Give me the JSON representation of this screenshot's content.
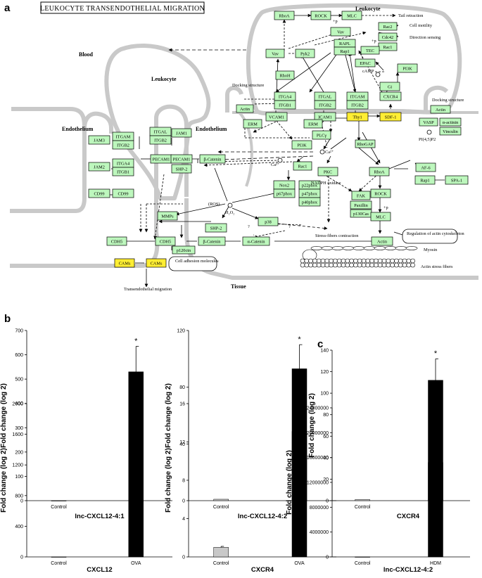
{
  "panels": {
    "a": "a",
    "b": "b",
    "c": "c"
  },
  "pathway_title": "LEUKOCYTE TRANSENDOTHELIAL MIGRATION",
  "regions": {
    "blood": "Blood",
    "leukocyte_left": "Leukocyte",
    "leukocyte_right": "Leukocyte",
    "endothelium_left": "Endothelium",
    "endothelium_mid": "Endothelium",
    "tissue": "Tissue"
  },
  "nodes": [
    {
      "id": "RhoA_t",
      "label": "RhoA",
      "highlight": false
    },
    {
      "id": "ROCK_t",
      "label": "ROCK",
      "highlight": false
    },
    {
      "id": "MLC_t",
      "label": "MLC",
      "highlight": false
    },
    {
      "id": "Vav_t",
      "label": "Vav",
      "highlight": false
    },
    {
      "id": "Rac2",
      "label": "Rac2",
      "highlight": false
    },
    {
      "id": "Cdc42",
      "label": "Cdc42",
      "highlight": false
    },
    {
      "id": "Rac1_t",
      "label": "Rac1",
      "highlight": false
    },
    {
      "id": "Vav_l",
      "label": "Vav",
      "highlight": false
    },
    {
      "id": "Pyk2",
      "label": "Pyk2",
      "highlight": false
    },
    {
      "id": "RAPL",
      "label": "RAPL",
      "highlight": false
    },
    {
      "id": "Rap1_t",
      "label": "Rap1",
      "highlight": false
    },
    {
      "id": "TEC",
      "label": "TEC",
      "highlight": false
    },
    {
      "id": "EPAC",
      "label": "EPAC",
      "highlight": false
    },
    {
      "id": "PI3K_r",
      "label": "PI3K",
      "highlight": false
    },
    {
      "id": "RhoH",
      "label": "RhoH",
      "highlight": false
    },
    {
      "id": "Gi",
      "label": "Gi",
      "highlight": false
    },
    {
      "id": "ITGA4",
      "label": "ITGA4",
      "highlight": false
    },
    {
      "id": "ITGB1",
      "label": "ITGB1",
      "highlight": false
    },
    {
      "id": "ITGAL",
      "label": "ITGAL",
      "highlight": false
    },
    {
      "id": "ITGB2",
      "label": "ITGB2",
      "highlight": false
    },
    {
      "id": "ITGAM",
      "label": "ITGAM",
      "highlight": false
    },
    {
      "id": "ITGB2b",
      "label": "ITGB2",
      "highlight": false
    },
    {
      "id": "CXCR4",
      "label": "CXCR4",
      "highlight": false
    },
    {
      "id": "Actin_d",
      "label": "Actin",
      "highlight": false
    },
    {
      "id": "VCAM1",
      "label": "VCAM1",
      "highlight": false
    },
    {
      "id": "ICAM1",
      "label": "ICAM1",
      "highlight": false
    },
    {
      "id": "Thy1",
      "label": "Thy1",
      "highlight": true
    },
    {
      "id": "SDF1",
      "label": "SDF-1",
      "highlight": true
    },
    {
      "id": "Actin_r",
      "label": "Actin",
      "highlight": false
    },
    {
      "id": "VASP",
      "label": "VASP",
      "highlight": false
    },
    {
      "id": "aActinin",
      "label": "α-actinin",
      "highlight": false
    },
    {
      "id": "Vinculin",
      "label": "Vinculin",
      "highlight": false
    },
    {
      "id": "ERM1",
      "label": "ERM",
      "highlight": false
    },
    {
      "id": "ERM2",
      "label": "ERM",
      "highlight": false
    },
    {
      "id": "PLCg",
      "label": "PLCγ",
      "highlight": false
    },
    {
      "id": "RhoGAP",
      "label": "RhoGAP",
      "highlight": false
    },
    {
      "id": "JAM3",
      "label": "JAM3",
      "highlight": false
    },
    {
      "id": "ITGAM_e",
      "label": "ITGAM",
      "highlight": false
    },
    {
      "id": "ITGB2_e",
      "label": "ITGB2",
      "highlight": false
    },
    {
      "id": "JAM2",
      "label": "JAM2",
      "highlight": false
    },
    {
      "id": "ITGA4_e",
      "label": "ITGA4",
      "highlight": false
    },
    {
      "id": "ITGB1_e",
      "label": "ITGB1",
      "highlight": false
    },
    {
      "id": "CD99a",
      "label": "CD99",
      "highlight": false
    },
    {
      "id": "CD99b",
      "label": "CD99",
      "highlight": false
    },
    {
      "id": "ITGAL_e",
      "label": "ITGAL",
      "highlight": false
    },
    {
      "id": "ITGB2_e2",
      "label": "ITGB2",
      "highlight": false
    },
    {
      "id": "JAM1",
      "label": "JAM1",
      "highlight": false
    },
    {
      "id": "PI3K_m",
      "label": "PI3K",
      "highlight": false
    },
    {
      "id": "Rac1_m",
      "label": "Rac1",
      "highlight": false
    },
    {
      "id": "PECAM1a",
      "label": "PECAM1",
      "highlight": false
    },
    {
      "id": "PECAM1b",
      "label": "PECAM1",
      "highlight": false
    },
    {
      "id": "bCatenin1",
      "label": "β-Catenin",
      "highlight": false
    },
    {
      "id": "SHP2a",
      "label": "SHP-2",
      "highlight": false
    },
    {
      "id": "Nox2",
      "label": "Nox2",
      "highlight": false
    },
    {
      "id": "p22phox",
      "label": "p22phox",
      "highlight": false
    },
    {
      "id": "p67phox",
      "label": "p67phox",
      "highlight": false
    },
    {
      "id": "p47phox",
      "label": "p47phox",
      "highlight": false
    },
    {
      "id": "p40phox",
      "label": "p40phox",
      "highlight": false
    },
    {
      "id": "PKC",
      "label": "PKC",
      "highlight": false
    },
    {
      "id": "RhoA_m",
      "label": "RhoA",
      "highlight": false
    },
    {
      "id": "AF6",
      "label": "AF-6",
      "highlight": false
    },
    {
      "id": "Rap1_m",
      "label": "Rap1",
      "highlight": false
    },
    {
      "id": "SPA1",
      "label": "SPA-1",
      "highlight": false
    },
    {
      "id": "FAK",
      "label": "FAK",
      "highlight": false
    },
    {
      "id": "ROCK_m",
      "label": "ROCK",
      "highlight": false
    },
    {
      "id": "Paxillin",
      "label": "Paxillin",
      "highlight": false
    },
    {
      "id": "p130Cas",
      "label": "p130Cas",
      "highlight": false
    },
    {
      "id": "MLC_m",
      "label": "MLC",
      "highlight": false
    },
    {
      "id": "MMPs",
      "label": "MMPs",
      "highlight": false
    },
    {
      "id": "p38",
      "label": "p38",
      "highlight": false
    },
    {
      "id": "SHP2b",
      "label": "SHP-2",
      "highlight": false
    },
    {
      "id": "CDH5a",
      "label": "CDH5",
      "highlight": false
    },
    {
      "id": "CDH5b",
      "label": "CDH5",
      "highlight": false
    },
    {
      "id": "p120ctn",
      "label": "p120ctn",
      "highlight": false
    },
    {
      "id": "bCatenin2",
      "label": "β-Catenin",
      "highlight": false
    },
    {
      "id": "aCatenin",
      "label": "α-Catenin",
      "highlight": false
    },
    {
      "id": "Actin_b",
      "label": "Actin",
      "highlight": false
    },
    {
      "id": "CAMs1",
      "label": "CAMs",
      "highlight": true
    },
    {
      "id": "CAMs2",
      "label": "CAMs",
      "highlight": true
    }
  ],
  "annotations": {
    "tail_retraction": "Tail retraction",
    "cell_motility": "Cell motility",
    "direction_sensing": "Direction sensing",
    "camp": "cAMP",
    "plus_p1": "+p",
    "plus_p2": "+p",
    "plus_p3": "+p",
    "docking_left": "Docking structure",
    "docking_right": "Docking structure",
    "pip2": "PI(4,5)P2",
    "ca1": "Ca²⁺",
    "ca2": "Ca²⁺",
    "nadph": "NADPH oxidase",
    "ros": "(ROS)",
    "h2o2": "H₂O₂",
    "q1": "?",
    "q2": "?",
    "stress_fibers": "Stress-fibers contraction",
    "myosin": "Myosin",
    "actin_stress": "Actin stress fibers",
    "reg_actin": "Regulation of actin cytoskeleton",
    "cell_adhesion": "Cell adhesion molecules",
    "transendothelial": "Transendothelial migration"
  },
  "y_axis_label": "Fold change (log 2)",
  "chart_data": [
    {
      "type": "bar",
      "panel": "b",
      "title": "lnc-CXCL12-4:1",
      "categories": [
        "Control",
        "OVA"
      ],
      "values": [
        0,
        530
      ],
      "errors": [
        0,
        105
      ],
      "significance": [
        "",
        "*"
      ],
      "ylabel": "Fold change (log 2)",
      "ylim": [
        0,
        700
      ],
      "yticks": [
        "0",
        "100",
        "200",
        "300",
        "400",
        "500",
        "600",
        "700"
      ],
      "colors": [
        "#c8c8c8",
        "#000000"
      ]
    },
    {
      "type": "bar",
      "panel": "b",
      "title": "lnc-CXCL12-4:2",
      "categories": [
        "Control",
        "OVA"
      ],
      "values": [
        1,
        93
      ],
      "errors": [
        0,
        17
      ],
      "significance": [
        "",
        "*"
      ],
      "ylabel": "Fold change (log 2)",
      "ylim": [
        0,
        120
      ],
      "yticks": [
        "0",
        "40",
        "80",
        "120"
      ],
      "colors": [
        "#c8c8c8",
        "#000000"
      ]
    },
    {
      "type": "bar",
      "panel": "b",
      "title": "CXCL12",
      "categories": [
        "Control",
        "OVA"
      ],
      "values": [
        0,
        1410
      ],
      "errors": [
        0,
        490
      ],
      "significance": [
        "",
        "*"
      ],
      "ylabel": "Fold change (log 2)",
      "ylim": [
        0,
        2000
      ],
      "yticks": [
        "0",
        "400",
        "800",
        "1200",
        "1600",
        "2000"
      ],
      "colors": [
        "#c8c8c8",
        "#000000"
      ]
    },
    {
      "type": "bar",
      "panel": "b",
      "title": "CXCR4",
      "categories": [
        "Control",
        "OVA"
      ],
      "values": [
        1,
        13.1
      ],
      "errors": [
        0.1,
        2.3
      ],
      "significance": [
        "",
        "*"
      ],
      "ylabel": "Fold change (log 2)",
      "ylim": [
        0,
        16
      ],
      "yticks": [
        "0",
        "4",
        "8",
        "12",
        "16"
      ],
      "colors": [
        "#c8c8c8",
        "#000000"
      ]
    },
    {
      "type": "bar",
      "panel": "c",
      "title": "CXCR4",
      "categories": [
        "Control",
        "HDM"
      ],
      "values": [
        1,
        112
      ],
      "errors": [
        0,
        20
      ],
      "significance": [
        "",
        "*"
      ],
      "ylabel": "Fold change (log 2)",
      "ylim": [
        0,
        140
      ],
      "yticks": [
        "0",
        "20",
        "40",
        "60",
        "80",
        "100",
        "120",
        "140"
      ],
      "colors": [
        "#c8c8c8",
        "#000000"
      ]
    },
    {
      "type": "bar",
      "panel": "c",
      "title": "lnc-CXCL12-4:2",
      "categories": [
        "Control",
        "HDM"
      ],
      "values": [
        0,
        15200000
      ],
      "errors": [
        0,
        5600000
      ],
      "significance": [
        "",
        "*"
      ],
      "ylabel": "Fold change (log 2)",
      "ylim": [
        0,
        24000000
      ],
      "yticks": [
        "0",
        "4000000",
        "8000000",
        "12000000",
        "16000000",
        "20000000",
        "24000000"
      ],
      "colors": [
        "#c8c8c8",
        "#000000"
      ]
    }
  ]
}
